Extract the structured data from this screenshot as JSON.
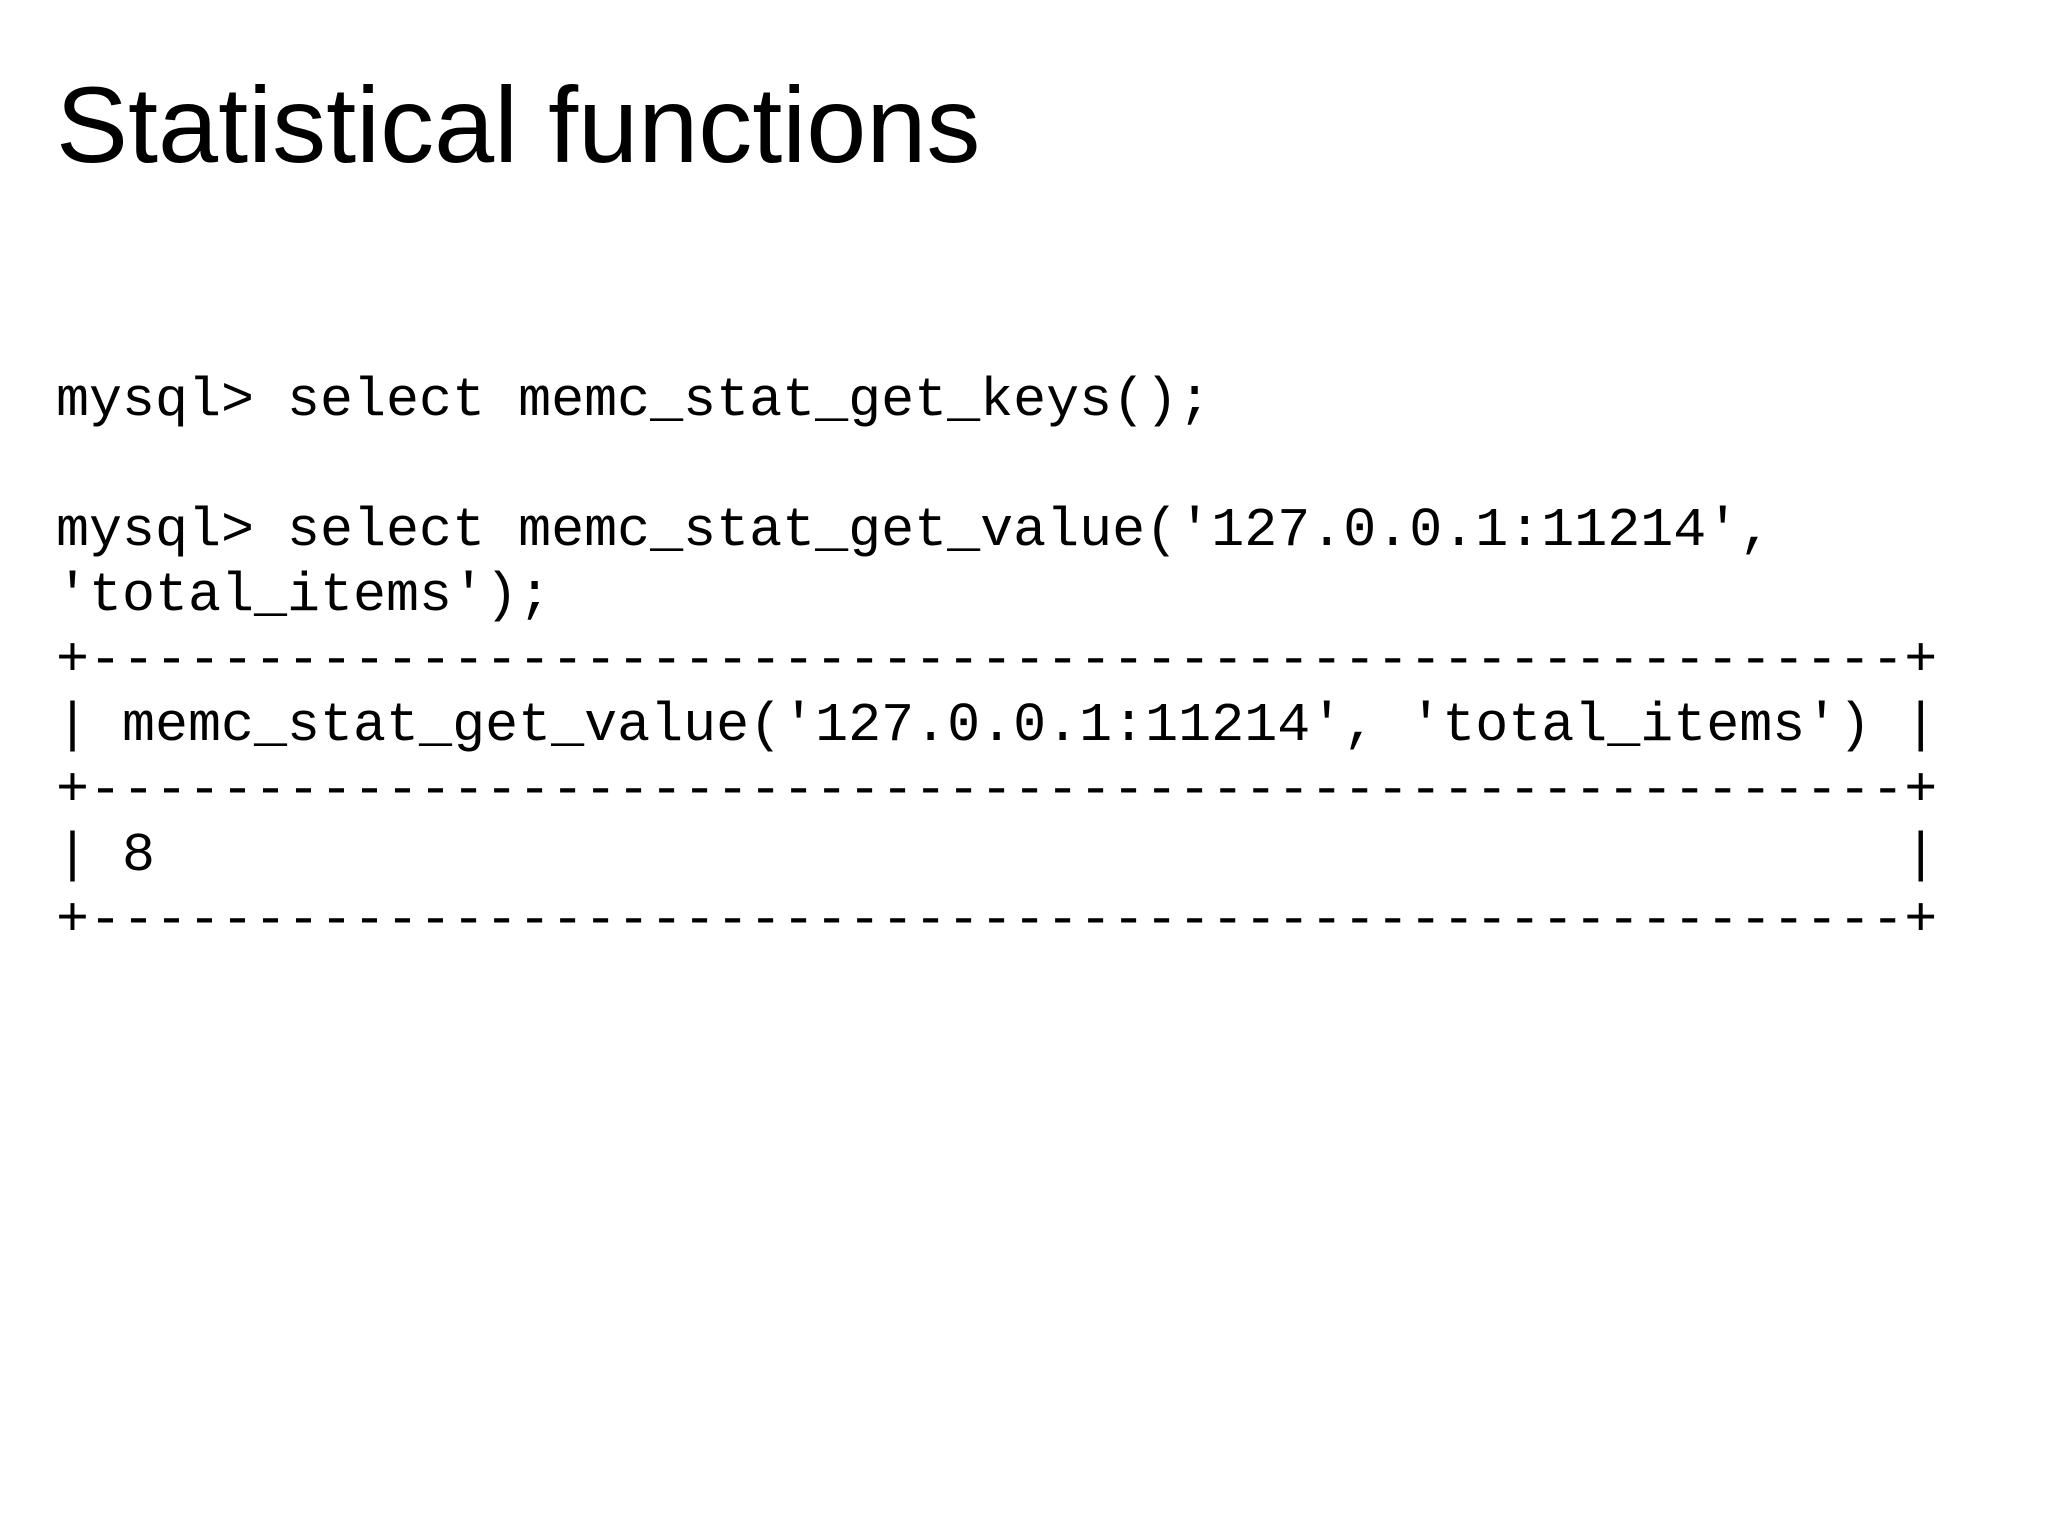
{
  "slide": {
    "title": "Statistical functions"
  },
  "terminal": {
    "command_1": "mysql> select memc_stat_get_keys();",
    "command_2_line_1": "mysql> select memc_stat_get_value('127.0.0.1:11214',",
    "command_2_line_2": "'total_items');",
    "result_table": {
      "border_top": "+-------------------------------------------------------+",
      "header_row": "| memc_stat_get_value('127.0.0.1:11214', 'total_items') |",
      "border_middle": "+-------------------------------------------------------+",
      "value_row": "| 8                                                     |",
      "border_bottom": "+-------------------------------------------------------+",
      "value": "8"
    }
  }
}
